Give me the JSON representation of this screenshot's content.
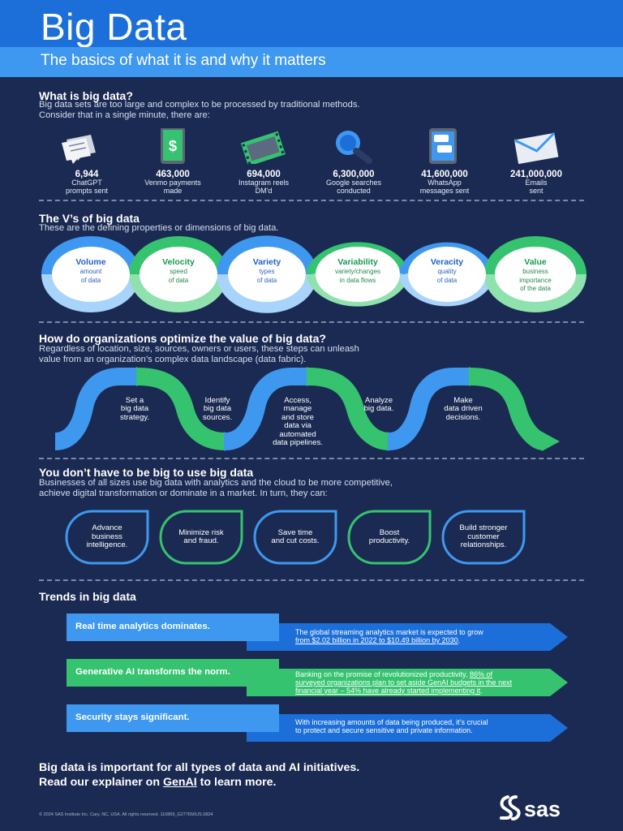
{
  "header": {
    "title": "Big Data",
    "subtitle": "The basics of what it is and why it matters"
  },
  "what": {
    "title": "What is big data?",
    "text_line1": "Big data sets are too large and complex to be processed by traditional methods.",
    "text_line2": "Consider that in a single minute, there are:",
    "stats": [
      {
        "value": "6,944",
        "label1": "ChatGPT",
        "label2": "prompts sent",
        "icon": "chat-bubbles-icon"
      },
      {
        "value": "463,000",
        "label1": "Venmo payments",
        "label2": "made",
        "icon": "phone-dollar-icon"
      },
      {
        "value": "694,000",
        "label1": "Instagram reels",
        "label2": "DM'd",
        "icon": "film-strip-icon"
      },
      {
        "value": "6,300,000",
        "label1": "Google searches",
        "label2": "conducted",
        "icon": "magnifier-icon"
      },
      {
        "value": "41,600,000",
        "label1": "WhatsApp",
        "label2": "messages sent",
        "icon": "phone-chat-icon"
      },
      {
        "value": "241,000,000",
        "label1": "Emails",
        "label2": "sent",
        "icon": "envelope-icon"
      }
    ]
  },
  "vs": {
    "title": "The V’s of big data",
    "text": "These are the defining properties or dimensions of big data.",
    "items": [
      {
        "name": "Volume",
        "d1": "amount",
        "d2": "of data",
        "d3": ""
      },
      {
        "name": "Velocity",
        "d1": "speed",
        "d2": "of data",
        "d3": ""
      },
      {
        "name": "Variety",
        "d1": "types",
        "d2": "of data",
        "d3": ""
      },
      {
        "name": "Variability",
        "d1": "variety/changes",
        "d2": "in data flows",
        "d3": ""
      },
      {
        "name": "Veracity",
        "d1": "quality",
        "d2": "of data",
        "d3": ""
      },
      {
        "name": "Value",
        "d1": "business",
        "d2": "importance",
        "d3": "of the data"
      }
    ]
  },
  "optimize": {
    "title": "How do organizations optimize the value of big data?",
    "text_line1": "Regardless of location, size, sources, owners or users, these steps can unleash",
    "text_line2": "value from an organization’s complex data landscape (data fabric).",
    "steps": [
      {
        "l1": "Set a",
        "l2": "big data",
        "l3": "strategy.",
        "l4": "",
        "l5": ""
      },
      {
        "l1": "Identify",
        "l2": "big data",
        "l3": "sources.",
        "l4": "",
        "l5": ""
      },
      {
        "l1": "Access,",
        "l2": "manage",
        "l3": "and store",
        "l4": "data via",
        "l5": "automated",
        "l6": "data pipelines."
      },
      {
        "l1": "Analyze",
        "l2": "big data.",
        "l3": "",
        "l4": "",
        "l5": ""
      },
      {
        "l1": "Make",
        "l2": "data driven",
        "l3": "decisions.",
        "l4": "",
        "l5": ""
      }
    ]
  },
  "small": {
    "title": "You don’t have to be big to use big data",
    "text_line1": "Businesses of all sizes use big data with analytics and the cloud to be more competitive,",
    "text_line2": "achieve digital transformation or dominate in a market. In turn, they can:",
    "benefits": [
      {
        "l1": "Advance",
        "l2": "business",
        "l3": "intelligence."
      },
      {
        "l1": "Minimize risk",
        "l2": "and fraud.",
        "l3": ""
      },
      {
        "l1": "Save time",
        "l2": "and cut costs.",
        "l3": ""
      },
      {
        "l1": "Boost",
        "l2": "productivity.",
        "l3": ""
      },
      {
        "l1": "Build stronger",
        "l2": "customer",
        "l3": "relationships."
      }
    ]
  },
  "trends": {
    "title": "Trends in big data",
    "items": [
      {
        "head": "Real  time analytics dominates.",
        "d1a": "The global streaming analytics market is expected to grow",
        "d2a": "from $2.02 billion in 2022 to $10.49 billion by 2030",
        "d2b": "."
      },
      {
        "head": "Generative AI transforms the norm.",
        "d1a": "Banking on the promise of revolutionized productivity, ",
        "d1b": "86% of",
        "d2a": "surveyed organizations plan to set aside GenAI budgets in the next",
        "d3a": "financial year – 54% have already started implementing it",
        "d3b": "."
      },
      {
        "head": "Security stays significant.",
        "d1a": "With increasing amounts of data being produced, it’s crucial",
        "d2a": "to protect and secure sensitive and private information."
      }
    ]
  },
  "closing": {
    "line1": "Big data is important for all types of data and AI initiatives.",
    "line2a": "Read our explainer on ",
    "line2link": "GenAI",
    "line2b": " to learn more."
  },
  "footer": {
    "text": "© 2024 SAS Institute Inc. Cary, NC, USA. All rights reserved. 110869_G277650US.0824",
    "logo": "sas"
  },
  "colors": {
    "navy": "#1b2a52",
    "blue": "#3f98f0",
    "green": "#35c36f"
  }
}
